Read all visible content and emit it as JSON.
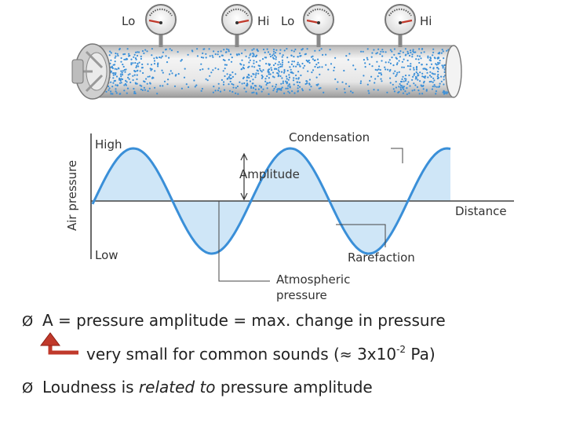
{
  "tube": {
    "gauges": [
      {
        "label": "Lo",
        "label_side": "left"
      },
      {
        "label": "Hi",
        "label_side": "right"
      },
      {
        "label": "Lo",
        "label_side": "left"
      },
      {
        "label": "Hi",
        "label_side": "right"
      }
    ],
    "particle_color": "#3a8fd8",
    "tube_color": "#d9d9d9"
  },
  "graph": {
    "y_axis_title": "Air pressure",
    "y_high": "High",
    "y_low": "Low",
    "x_axis_label": "Distance",
    "condensation": "Condensation",
    "amplitude": "Amplitude",
    "rarefaction": "Rarefaction",
    "atmospheric_line1": "Atmospheric",
    "atmospheric_line2": "pressure",
    "wave_color": "#3a8fd8",
    "fill_color": "#cfe6f7"
  },
  "bullets": {
    "line1": "A = pressure amplitude = max. change in pressure",
    "line2_text": "very small for common sounds (",
    "line2_approx": "≈",
    "line2_value": " 3x10",
    "line2_exp": "-2",
    "line2_unit": " Pa)",
    "line3_pre": "Loudness is ",
    "line3_em": "related to",
    "line3_post": " pressure amplitude",
    "marker": "Ø",
    "arrow_color": "#c0392b"
  }
}
